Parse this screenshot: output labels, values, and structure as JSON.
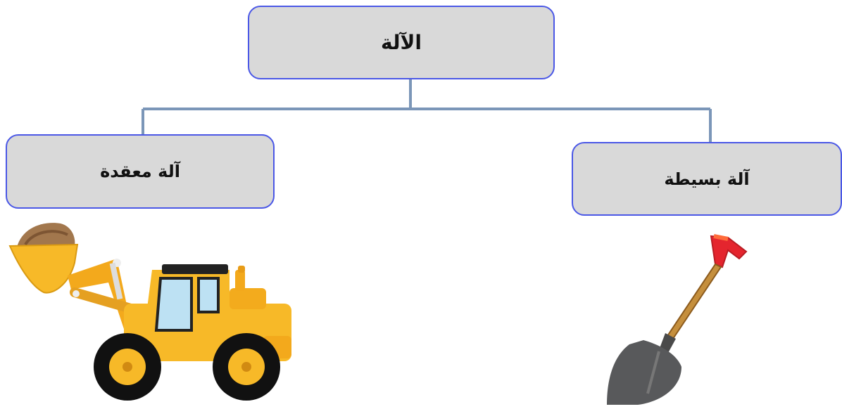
{
  "diagram": {
    "root": {
      "label": "الآلة"
    },
    "children": [
      {
        "label": "آلة معقدة",
        "image": "wheel-loader"
      },
      {
        "label": "آلة بسيطة",
        "image": "shovel"
      }
    ]
  },
  "colors": {
    "node_fill": "#d9d9d9",
    "node_border": "#4a57e6",
    "connector": "#7b96b8",
    "loader_yellow": "#f7b928",
    "shovel_handle_red": "#e4252e",
    "shovel_blade": "#58595b"
  }
}
